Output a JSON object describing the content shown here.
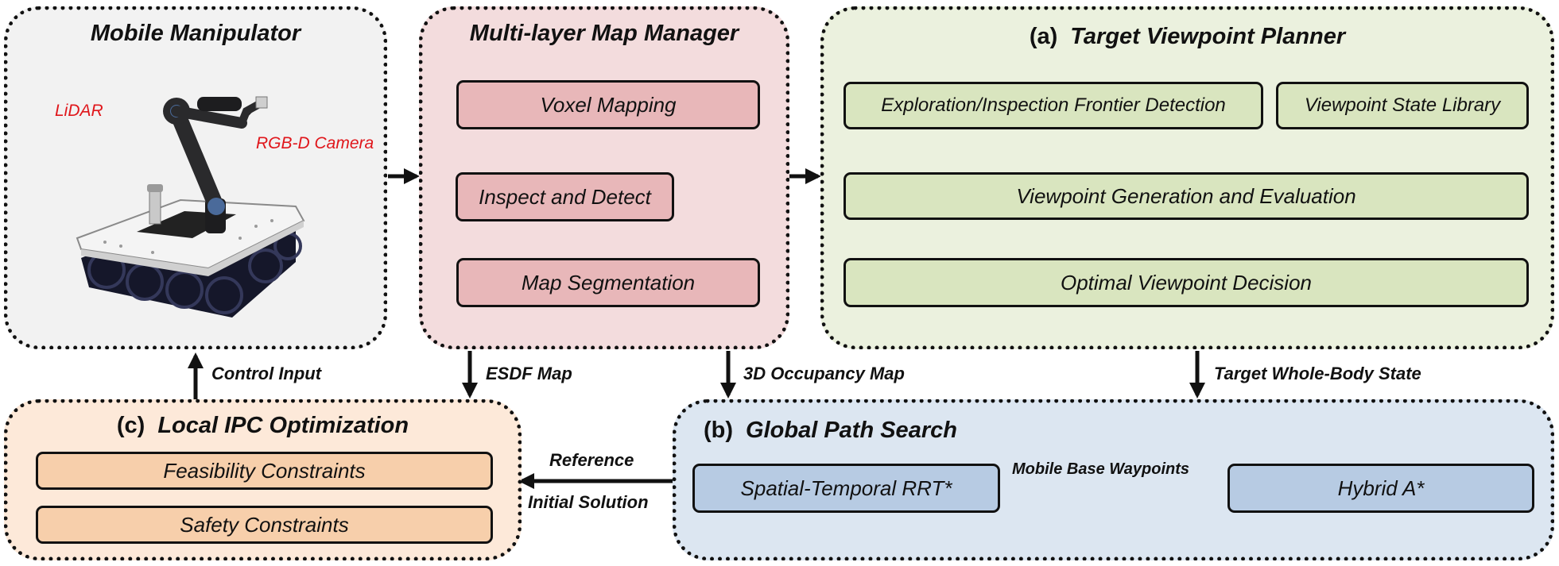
{
  "colors": {
    "mobile_bg": "#f2f2f2",
    "map_bg": "#f3dcdd",
    "map_box": "#e8b7b9",
    "planner_bg": "#ebf1de",
    "planner_box": "#d9e5bf",
    "ipc_bg": "#fde9d9",
    "ipc_box": "#f7cfab",
    "global_bg": "#dce6f1",
    "global_box": "#b7cbe3",
    "annotation_red": "#e0161b"
  },
  "mobile": {
    "title": "Mobile Manipulator",
    "lidar_label": "LiDAR",
    "camera_label": "RGB-D Camera",
    "robot_icon": "tracked-mobile-manipulator-robot"
  },
  "map_manager": {
    "title": "Multi-layer Map Manager",
    "voxel": "Voxel Mapping",
    "inspect": "Inspect and Detect",
    "segment": "Map Segmentation"
  },
  "planner": {
    "tag": "(a)",
    "title": "Target Viewpoint Planner",
    "frontier": "Exploration/Inspection Frontier Detection",
    "library": "Viewpoint State Library",
    "generation": "Viewpoint Generation and Evaluation",
    "decision": "Optimal Viewpoint Decision"
  },
  "ipc": {
    "tag": "(c)",
    "title": "Local IPC Optimization",
    "feasibility": "Feasibility Constraints",
    "safety": "Safety Constraints"
  },
  "global": {
    "tag": "(b)",
    "title": "Global Path Search",
    "rrt": "Spatial-Temporal RRT*",
    "hybrid": "Hybrid A*",
    "waypoints": "Mobile Base Waypoints"
  },
  "edges": {
    "control_input": "Control Input",
    "esdf_map": "ESDF Map",
    "occupancy_map": "3D Occupancy Map",
    "target_state": "Target Whole-Body State",
    "reference": "Reference",
    "initial_solution": "Initial Solution"
  }
}
